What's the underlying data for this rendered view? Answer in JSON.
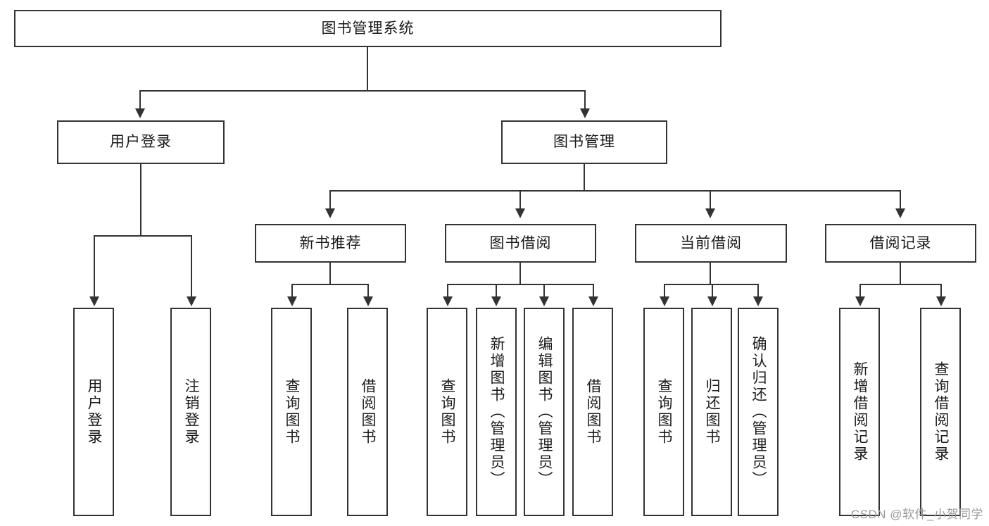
{
  "diagram": {
    "title_node": {
      "label": "图书管理系统"
    },
    "level2": [
      {
        "id": "user-login",
        "label": "用户登录"
      },
      {
        "id": "book-manage",
        "label": "图书管理"
      }
    ],
    "level3": [
      {
        "id": "new-book-recommend",
        "label": "新书推荐"
      },
      {
        "id": "book-borrow",
        "label": "图书借阅"
      },
      {
        "id": "current-borrow",
        "label": "当前借阅"
      },
      {
        "id": "borrow-record",
        "label": "借阅记录"
      }
    ],
    "leaves": [
      {
        "id": "leaf-user-login",
        "label": "用户登录"
      },
      {
        "id": "leaf-logout-login",
        "label": "注销登录"
      },
      {
        "id": "leaf-query-book-1",
        "label": "查询图书"
      },
      {
        "id": "leaf-borrow-book-1",
        "label": "借阅图书"
      },
      {
        "id": "leaf-query-book-2",
        "label": "查询图书"
      },
      {
        "id": "leaf-add-book",
        "label": "新增图书（管理员）"
      },
      {
        "id": "leaf-edit-book",
        "label": "编辑图书（管理员）"
      },
      {
        "id": "leaf-borrow-book-2",
        "label": "借阅图书"
      },
      {
        "id": "leaf-query-book-3",
        "label": "查询图书"
      },
      {
        "id": "leaf-return-book",
        "label": "归还图书"
      },
      {
        "id": "leaf-confirm-return",
        "label": "确认归还（管理员）"
      },
      {
        "id": "leaf-add-borrow-record",
        "label": "新增借阅记录"
      },
      {
        "id": "leaf-query-borrow-record",
        "label": "查询借阅记录"
      }
    ],
    "watermark": "CSDN @软件_小贺同学",
    "colors": {
      "stroke": "#333333",
      "background": "#ffffff",
      "text": "#1a1a1a",
      "watermark": "#9a9a9a"
    }
  }
}
